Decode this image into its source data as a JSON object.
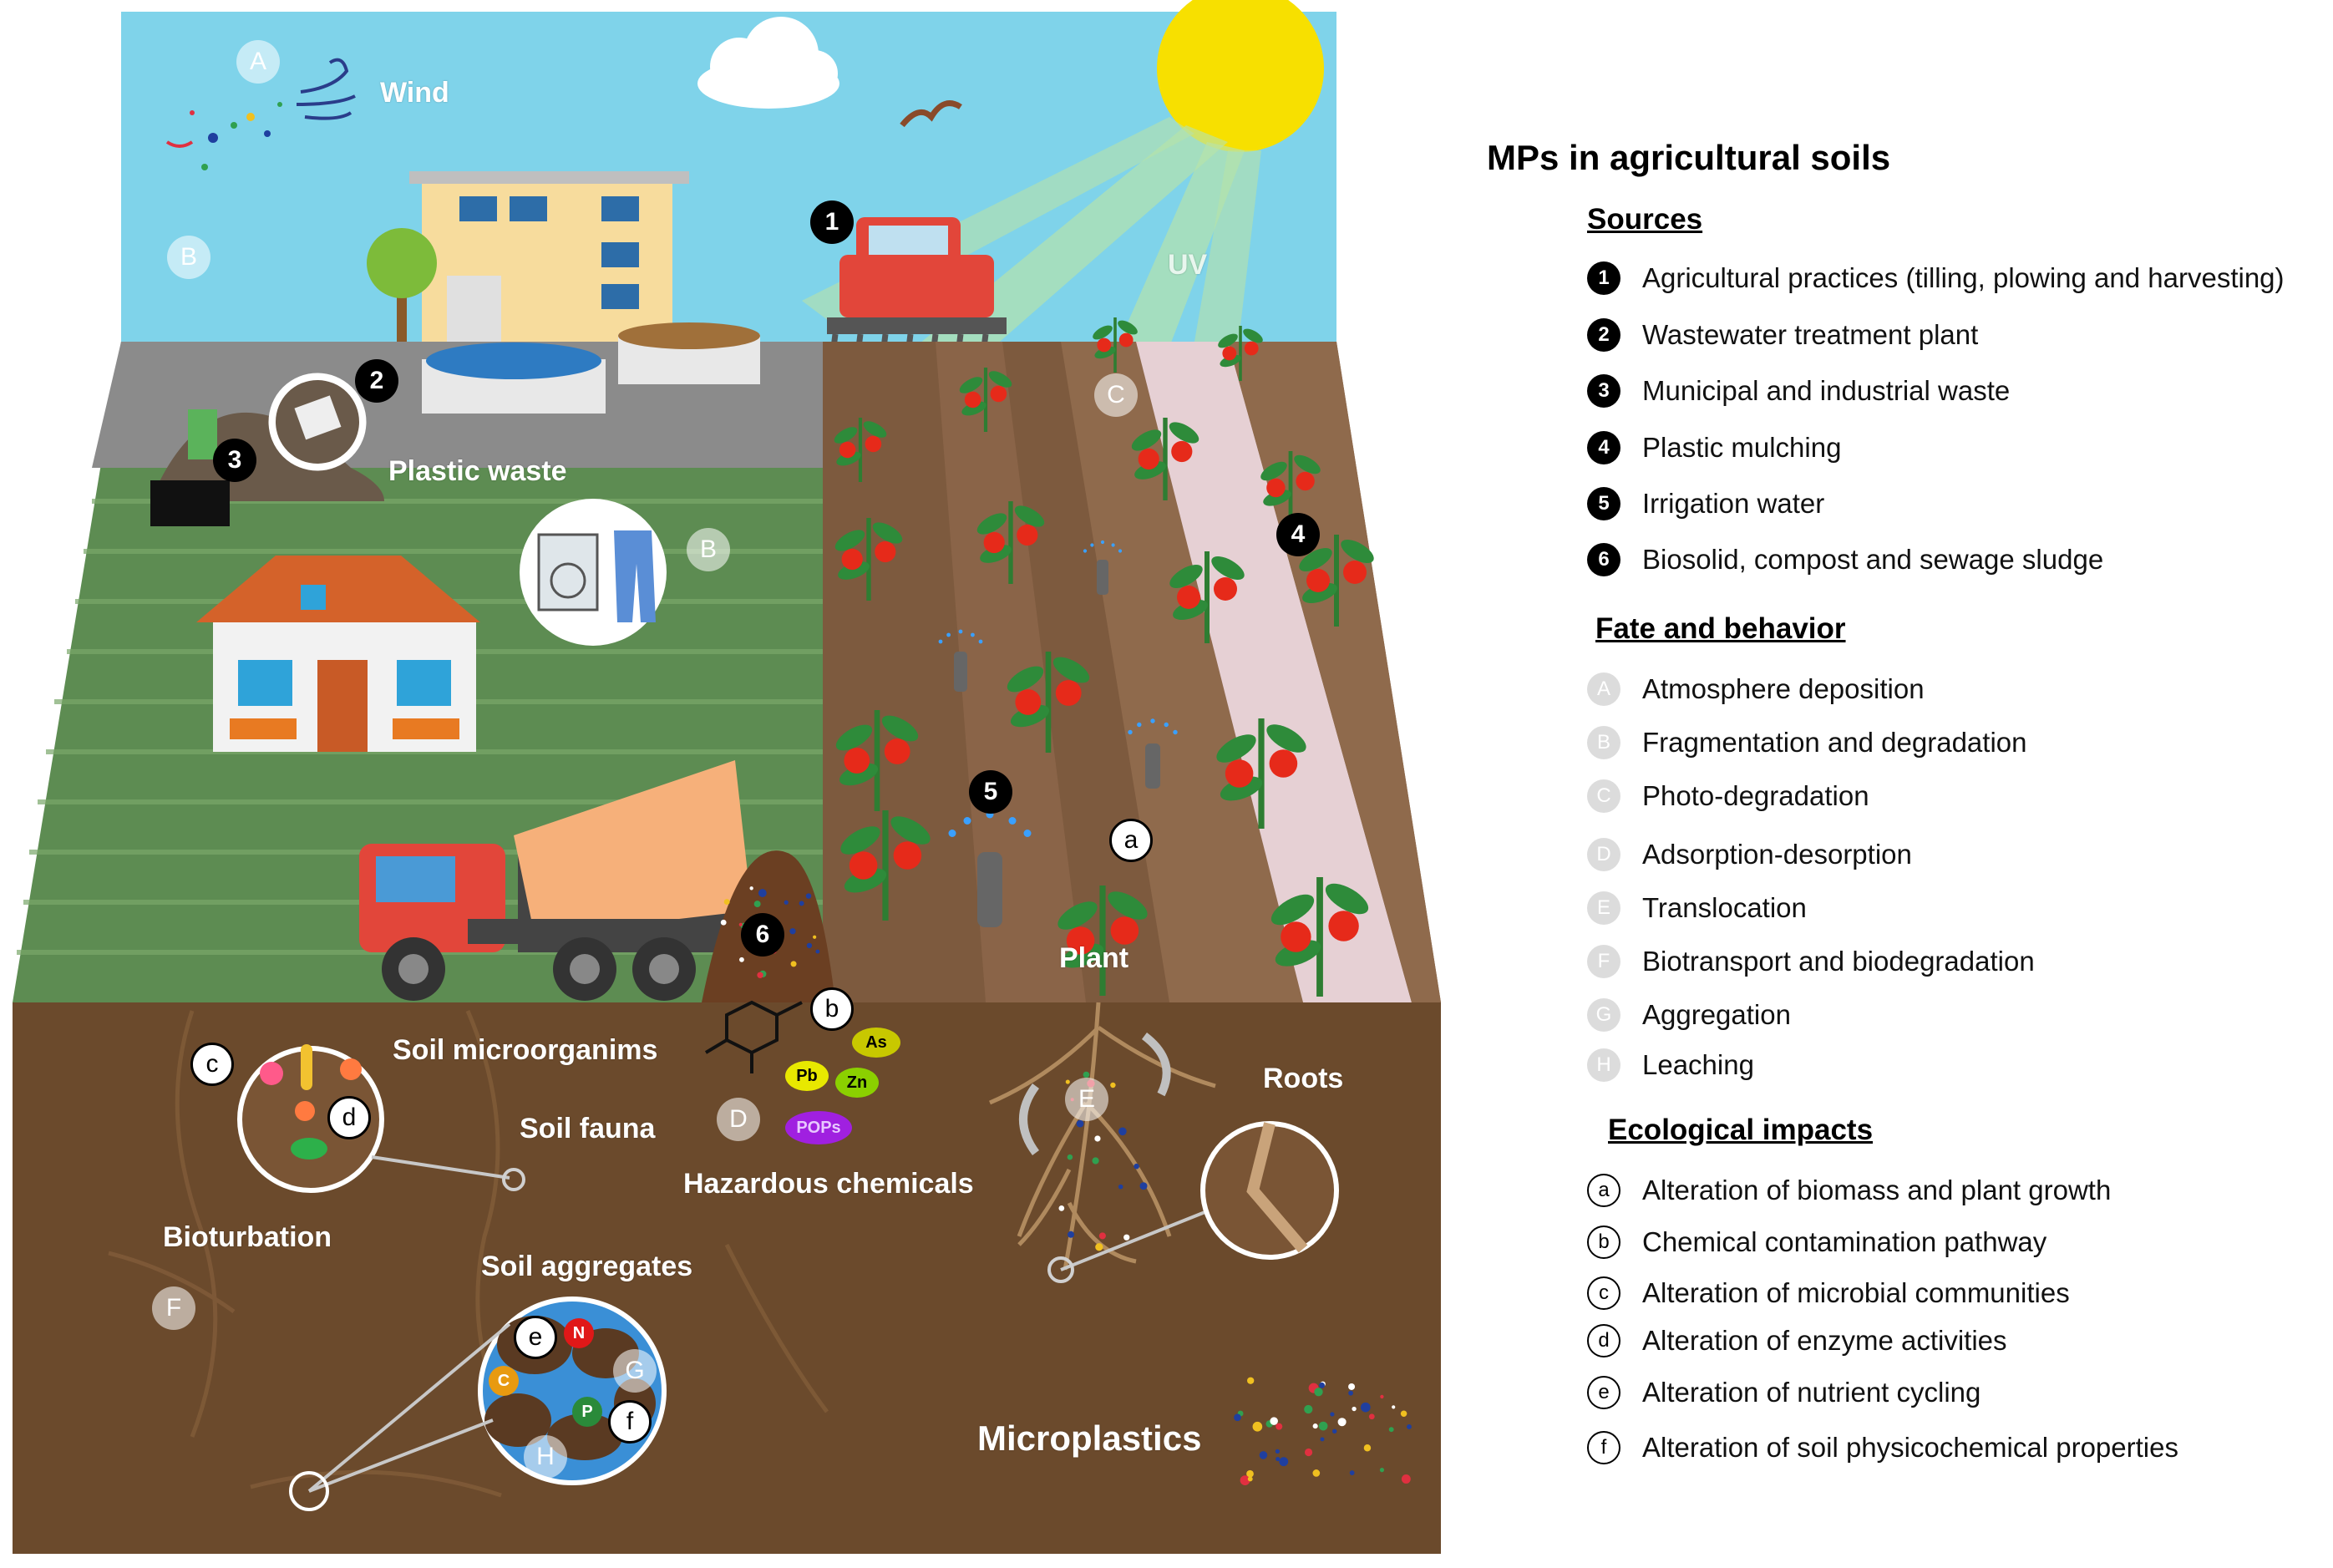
{
  "scene": {
    "labels": {
      "wind": "Wind",
      "uv": "UV",
      "plastic_waste": "Plastic waste",
      "plant": "Plant",
      "roots": "Roots",
      "soil_microorganisms": "Soil microorganims",
      "soil_fauna": "Soil fauna",
      "hazardous_chemicals": "Hazardous chemicals",
      "bioturbation": "Bioturbation",
      "soil_aggregates": "Soil aggregates",
      "microplastics": "Microplastics"
    },
    "source_markers": [
      "1",
      "2",
      "3",
      "4",
      "5",
      "6"
    ],
    "fate_markers": [
      "A",
      "B",
      "B",
      "C",
      "D",
      "E",
      "F",
      "G",
      "H"
    ],
    "impact_markers": [
      "a",
      "b",
      "c",
      "d",
      "e",
      "f"
    ],
    "chemicals": [
      "As",
      "Pb",
      "Zn",
      "POPs"
    ],
    "nutrients": [
      "N",
      "C",
      "P"
    ],
    "colors": {
      "sky": "#7fd3ea",
      "sun": "#f7e000",
      "soil": "#6b4a2c",
      "field": "#7d5a3e",
      "grass": "#5d8c52",
      "pavement": "#8b8b8b",
      "tomato": "#e62a1a"
    }
  },
  "legend": {
    "title": "MPs in agricultural soils",
    "sources": {
      "heading": "Sources",
      "items": [
        {
          "marker": "1",
          "text": "Agricultural practices (tilling, plowing and harvesting)"
        },
        {
          "marker": "2",
          "text": "Wastewater treatment plant"
        },
        {
          "marker": "3",
          "text": "Municipal and industrial waste"
        },
        {
          "marker": "4",
          "text": "Plastic mulching"
        },
        {
          "marker": "5",
          "text": "Irrigation water"
        },
        {
          "marker": "6",
          "text": "Biosolid, compost and sewage sludge"
        }
      ]
    },
    "fate": {
      "heading": "Fate and behavior",
      "items": [
        {
          "marker": "A",
          "text": "Atmosphere deposition"
        },
        {
          "marker": "B",
          "text": "Fragmentation and degradation"
        },
        {
          "marker": "C",
          "text": "Photo-degradation"
        },
        {
          "marker": "D",
          "text": "Adsorption-desorption"
        },
        {
          "marker": "E",
          "text": "Translocation"
        },
        {
          "marker": "F",
          "text": "Biotransport and biodegradation"
        },
        {
          "marker": "G",
          "text": "Aggregation"
        },
        {
          "marker": "H",
          "text": "Leaching"
        }
      ]
    },
    "impacts": {
      "heading": "Ecological impacts",
      "items": [
        {
          "marker": "a",
          "text": "Alteration of biomass and plant growth"
        },
        {
          "marker": "b",
          "text": "Chemical contamination pathway"
        },
        {
          "marker": "c",
          "text": "Alteration of microbial communities"
        },
        {
          "marker": "d",
          "text": "Alteration of enzyme activities"
        },
        {
          "marker": "e",
          "text": "Alteration of nutrient cycling"
        },
        {
          "marker": "f",
          "text": "Alteration of soil physicochemical properties"
        }
      ]
    }
  }
}
